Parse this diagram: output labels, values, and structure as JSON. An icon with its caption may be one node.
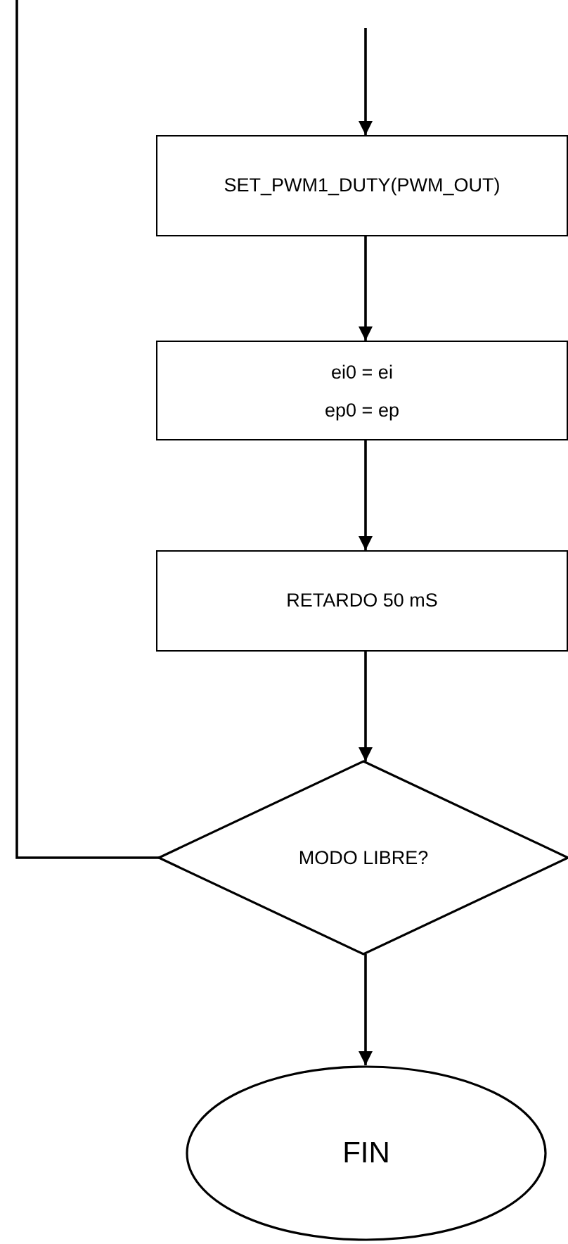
{
  "diagram": {
    "nodes": [
      {
        "text": [
          "SET_PWM1_DUTY(PWM_OUT)"
        ]
      },
      {
        "text": [
          "ei0 = ei",
          "ep0 = ep"
        ]
      },
      {
        "text": [
          "RETARDO 50 mS"
        ]
      },
      {
        "text": [
          "MODO LIBRE?"
        ]
      },
      {
        "text": [
          "FIN"
        ]
      }
    ],
    "edges": [
      {
        "from": null,
        "to": 0,
        "arrow": "to"
      },
      {
        "from": 0,
        "to": 1,
        "arrow": "to"
      },
      {
        "from": 1,
        "to": 2,
        "arrow": "to"
      },
      {
        "from": 2,
        "to": 3,
        "arrow": "to"
      },
      {
        "from": 3,
        "to": null,
        "arrow": "none"
      },
      {
        "from": 3,
        "to": 4,
        "arrow": "to"
      }
    ]
  }
}
